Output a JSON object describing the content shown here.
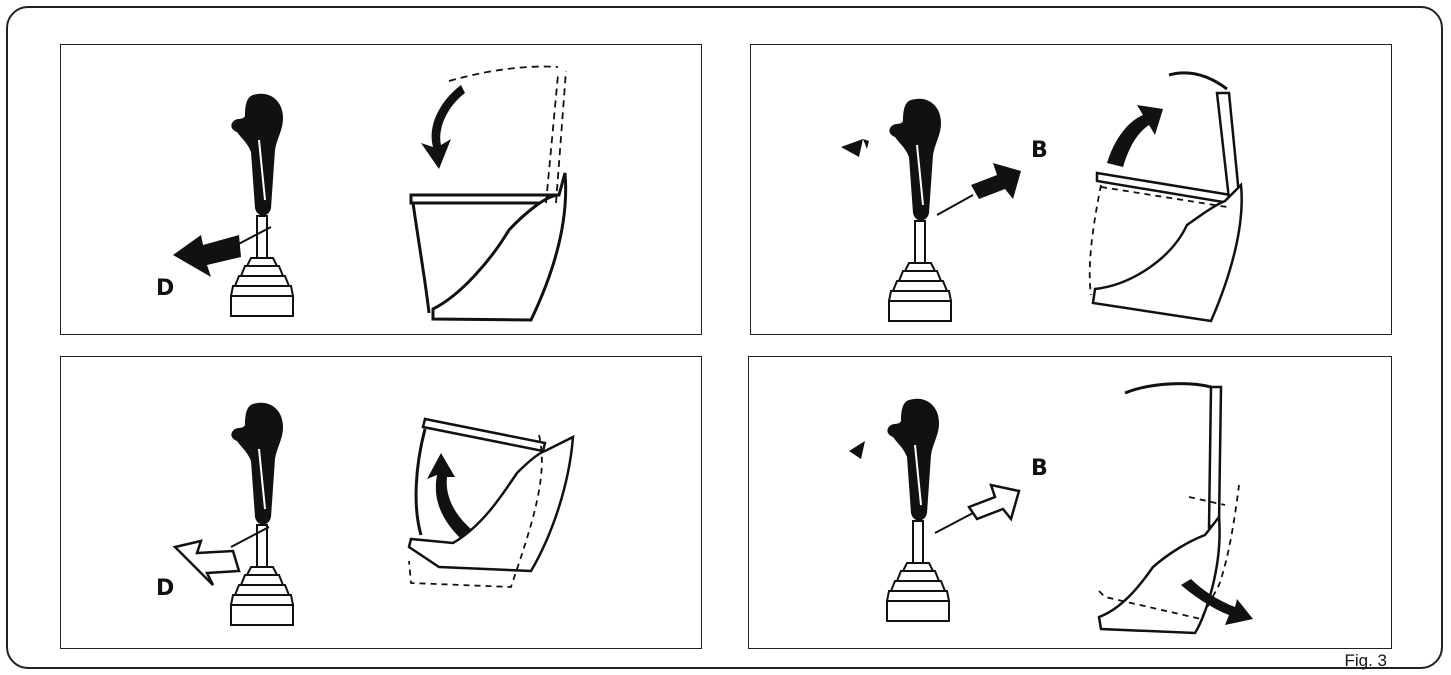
{
  "figure": {
    "caption": "Fig. 3"
  },
  "panels": [
    {
      "id": "top-left",
      "letter": "D"
    },
    {
      "id": "top-right",
      "letter": "B"
    },
    {
      "id": "bottom-left",
      "letter": "D"
    },
    {
      "id": "bottom-right",
      "letter": "B"
    }
  ],
  "colors": {
    "ink": "#111111",
    "background": "#ffffff"
  }
}
